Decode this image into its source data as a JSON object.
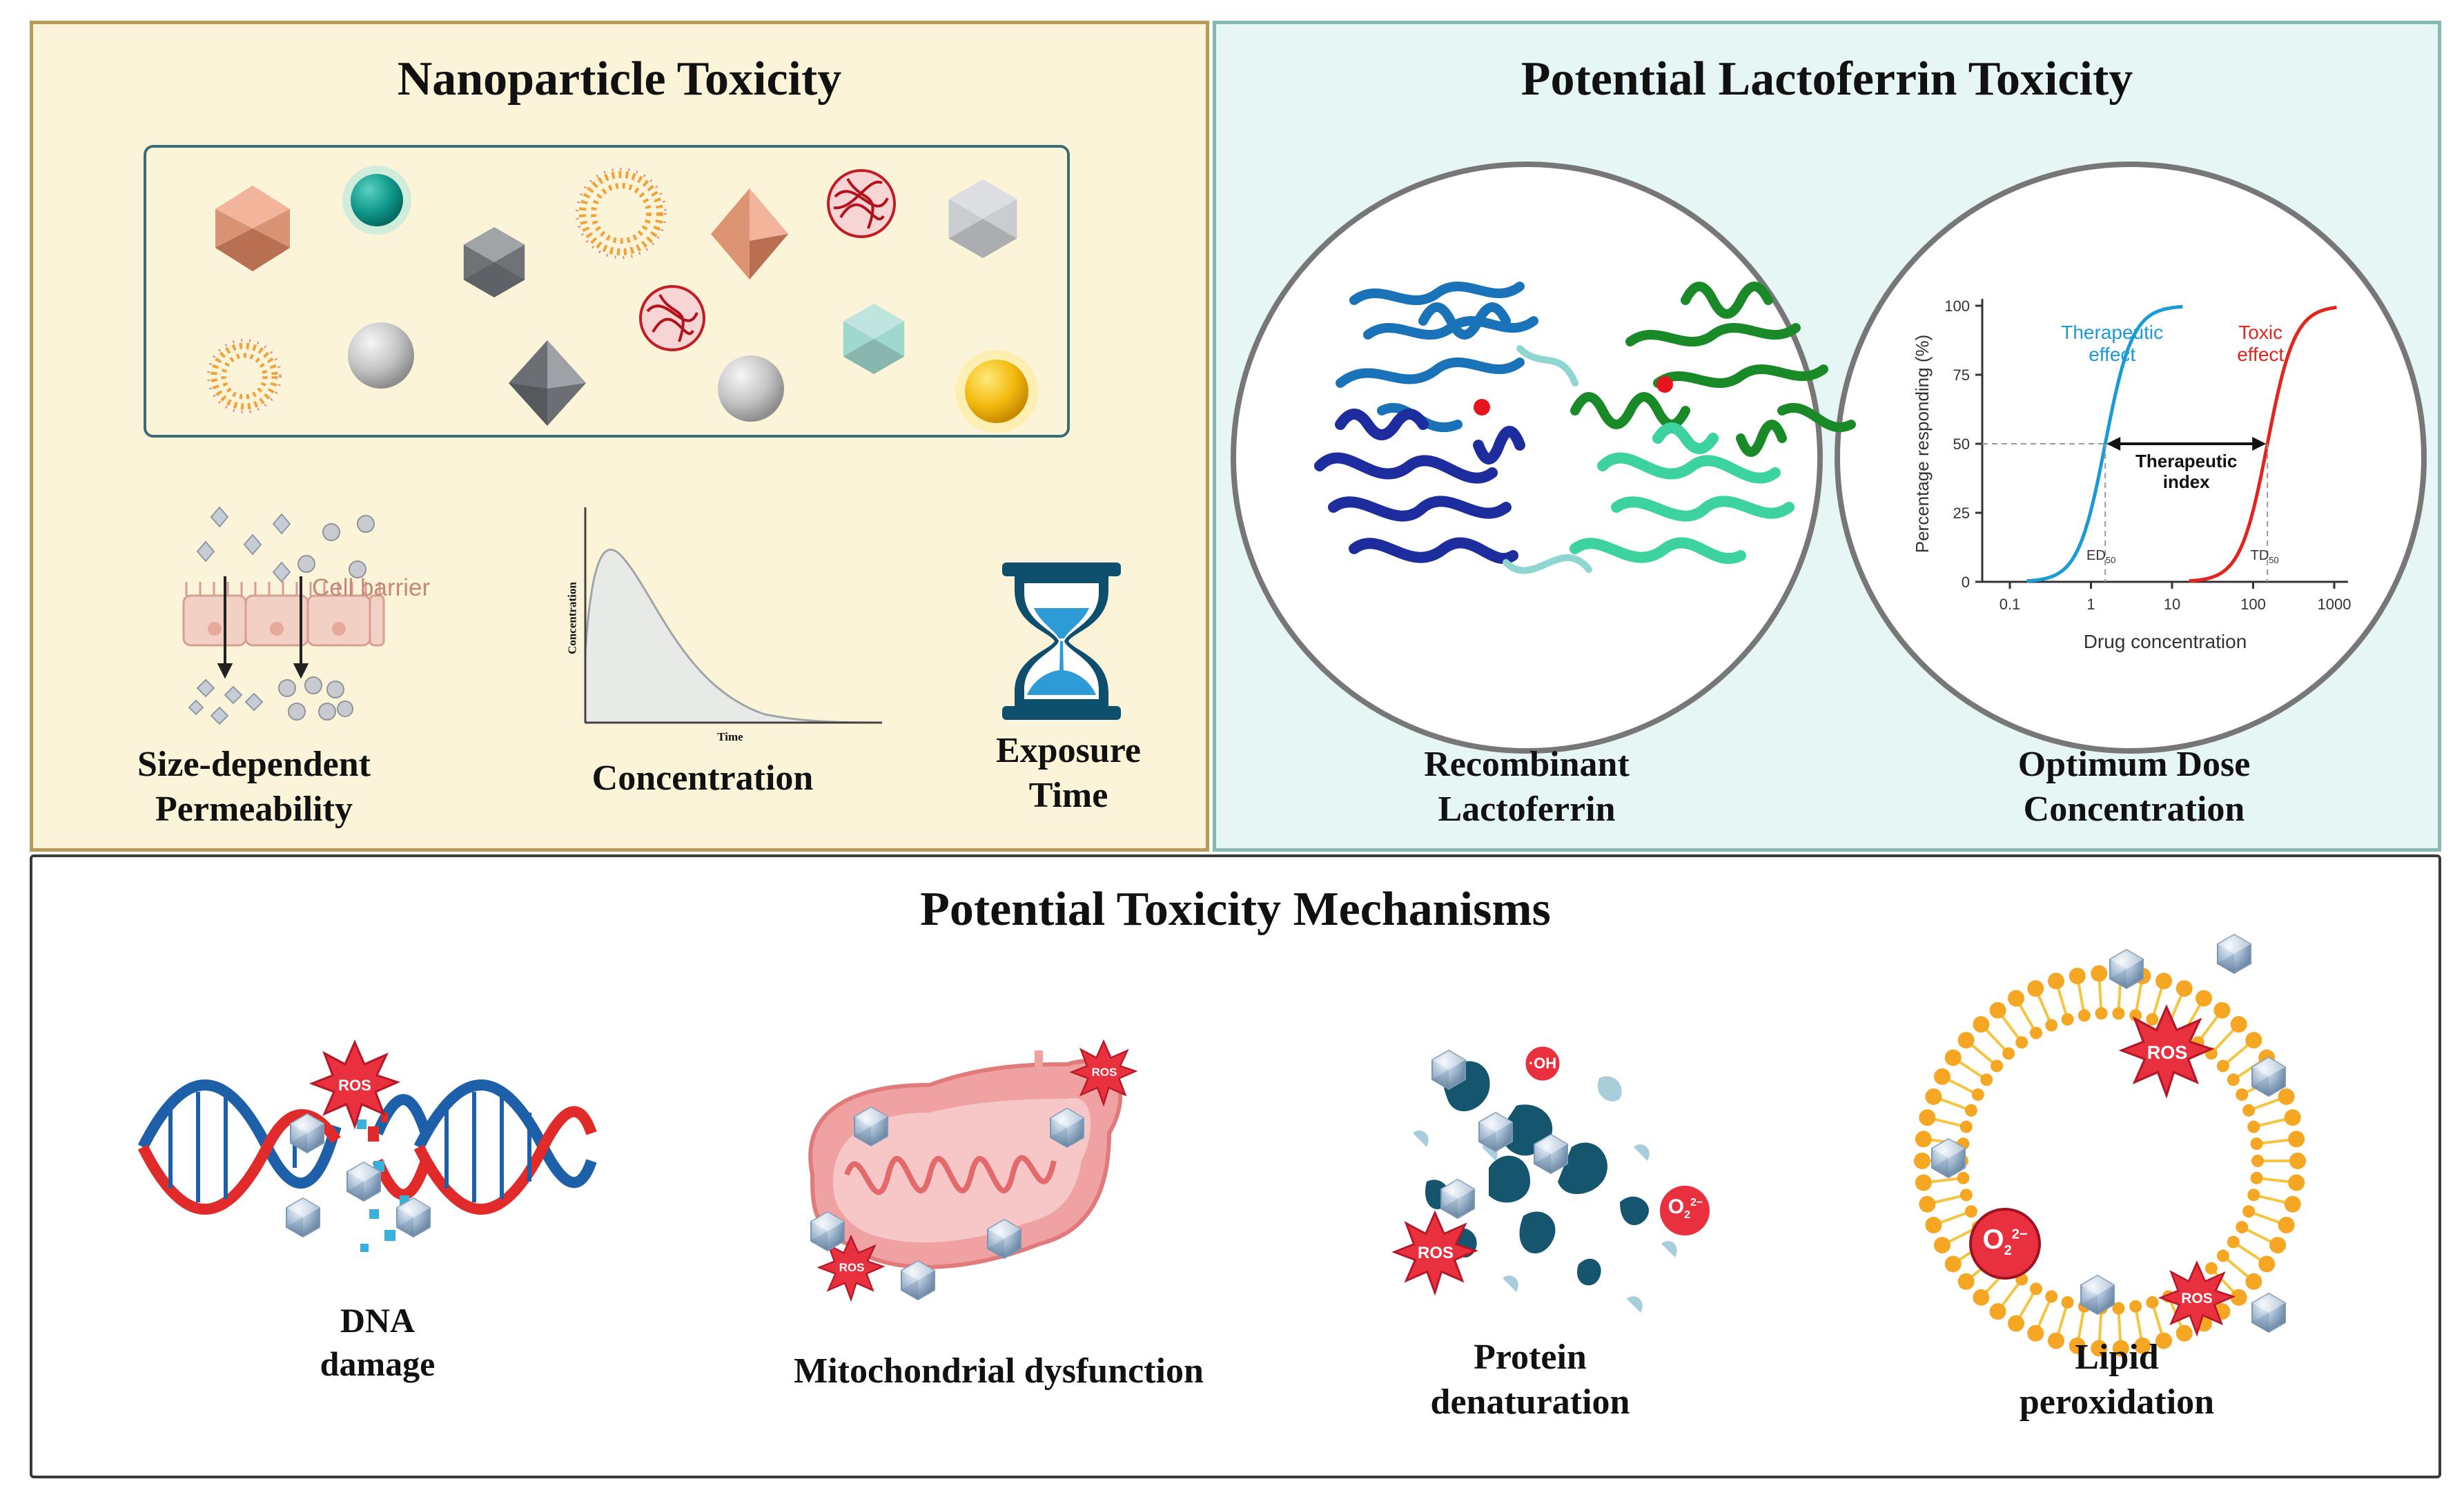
{
  "nanoparticle_panel": {
    "title": "Nanoparticle Toxicity",
    "cell_barrier_label": "Cell barrier",
    "graph": {
      "ylabel": "Concentration",
      "xlabel": "Time"
    },
    "labels": {
      "size_line1": "Size-dependent",
      "size_line2": "Permeability",
      "concentration": "Concentration",
      "exposure_line1": "Exposure",
      "exposure_line2": "Time"
    }
  },
  "lactoferrin_panel": {
    "title": "Potential Lactoferrin Toxicity",
    "labels": {
      "recombinant_line1": "Recombinant",
      "recombinant_line2": "Lactoferrin",
      "dose_line1": "Optimum Dose",
      "dose_line2": "Concentration"
    },
    "chart": {
      "ylabel": "Percentage responding (%)",
      "xlabel": "Drug concentration",
      "yticks": [
        "0",
        "25",
        "50",
        "75",
        "100"
      ],
      "xticks": [
        "0.1",
        "1",
        "10",
        "100",
        "1000"
      ],
      "therapeutic_line1": "Therapeutic",
      "therapeutic_line2": "effect",
      "toxic_line1": "Toxic",
      "toxic_line2": "effect",
      "index_line1": "Therapeutic",
      "index_line2": "index",
      "ed50": "ED",
      "td50": "TD",
      "sub50": "50",
      "colors": {
        "therapeutic": "#1a9ad6",
        "toxic": "#e0261f"
      }
    }
  },
  "mechanisms_panel": {
    "title": "Potential Toxicity Mechanisms",
    "ros": "ROS",
    "hydroxyl": "·OH",
    "superoxide_base": "O",
    "superoxide_sub": "2",
    "superoxide_sup": "2−",
    "labels": {
      "dna_line1": "DNA",
      "dna_line2": "damage",
      "mito": "Mitochondrial dysfunction",
      "protein_line1": "Protein",
      "protein_line2": "denaturation",
      "lipid_line1": "Lipid",
      "lipid_line2": "peroxidation"
    }
  }
}
